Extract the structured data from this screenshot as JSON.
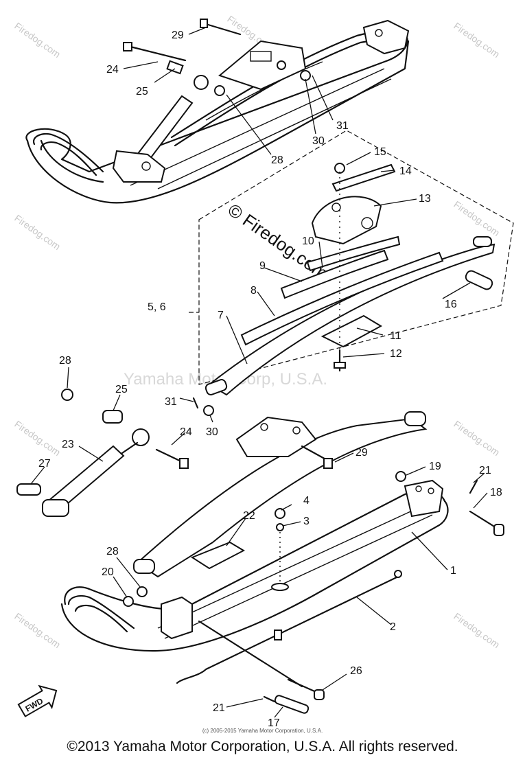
{
  "watermarks": {
    "brand": "Firedog.com",
    "diagram_mark": "© Firedog.com",
    "corp": "Yamaha Motor Corp, U.S.A."
  },
  "part_labels": {
    "p1": "1",
    "p2": "2",
    "p3": "3",
    "p4": "4",
    "p56": "5, 6",
    "p7": "7",
    "p8": "8",
    "p9": "9",
    "p10": "10",
    "p11": "11",
    "p12": "12",
    "p13": "13",
    "p14": "14",
    "p15": "15",
    "p16": "16",
    "p17": "17",
    "p18": "18",
    "p19": "19",
    "p20": "20",
    "p21a": "21",
    "p21b": "21",
    "p22": "22",
    "p23": "23",
    "p24a": "24",
    "p24b": "24",
    "p25a": "25",
    "p25b": "25",
    "p26": "26",
    "p27": "27",
    "p28a": "28",
    "p28b": "28",
    "p28c": "28",
    "p29a": "29",
    "p29b": "29",
    "p30a": "30",
    "p30b": "30",
    "p31a": "31",
    "p31b": "31"
  },
  "fwd_label": "FWD",
  "footer": {
    "small": "(c) 2005-2015 Yamaha Motor Corporation, U.S.A.",
    "main": "©2013 Yamaha Motor Corporation, U.S.A. All rights reserved."
  }
}
